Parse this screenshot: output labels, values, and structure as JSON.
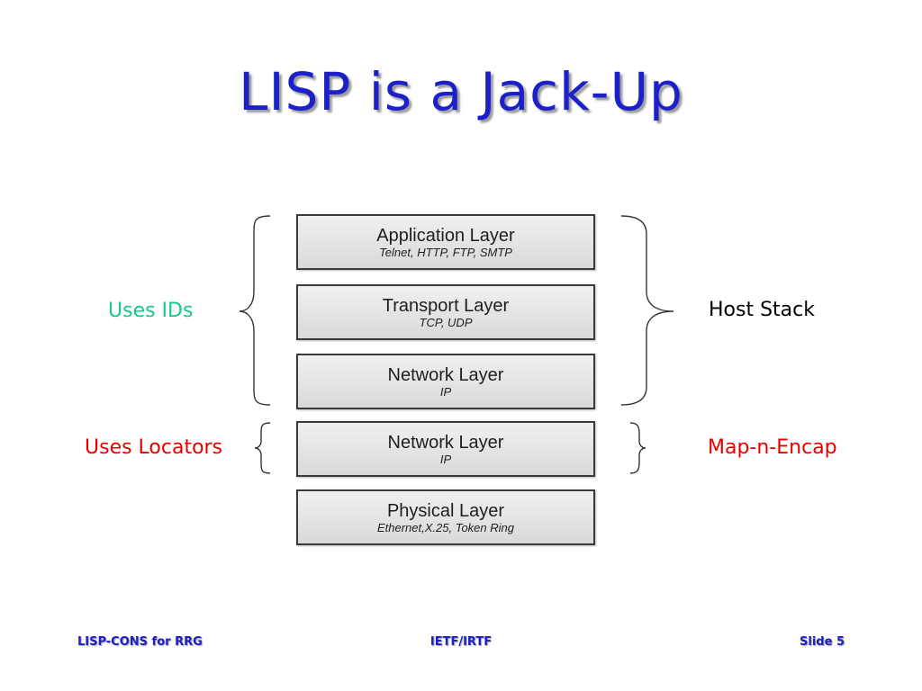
{
  "slide": {
    "title": "LISP is a Jack-Up"
  },
  "layers": [
    {
      "name": "Application Layer",
      "protocols": "Telnet, HTTP, FTP, SMTP"
    },
    {
      "name": "Transport Layer",
      "protocols": "TCP, UDP"
    },
    {
      "name": "Network Layer",
      "protocols": "IP"
    },
    {
      "name": "Network Layer",
      "protocols": "IP"
    },
    {
      "name": "Physical Layer",
      "protocols": "Ethernet,X.25, Token Ring"
    }
  ],
  "labels": {
    "uses_ids": "Uses IDs",
    "host_stack": "Host Stack",
    "uses_locators": "Uses Locators",
    "map_n_encap": "Map-n-Encap"
  },
  "colors": {
    "title": "#1c20c8",
    "uses_ids": "#14c890",
    "red_labels": "#e60000",
    "host_stack": "#000000"
  },
  "footer": {
    "left": "LISP-CONS for RRG",
    "center": "IETF/IRTF",
    "right": "Slide 5"
  }
}
